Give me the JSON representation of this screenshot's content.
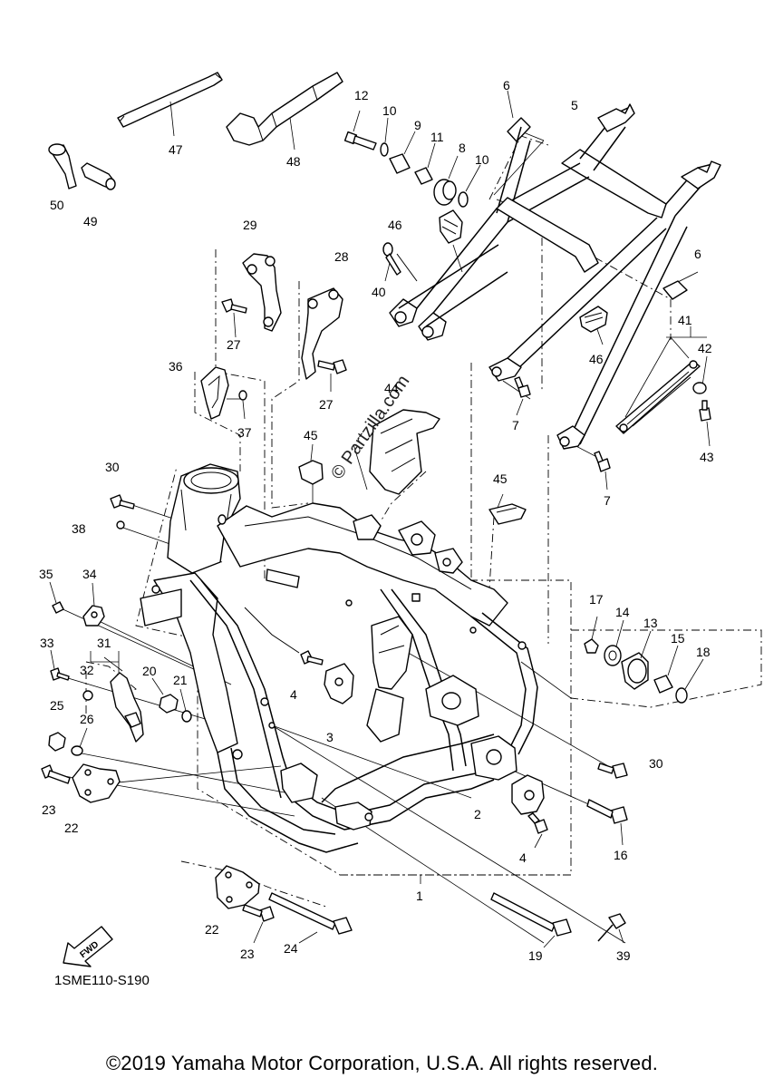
{
  "diagram": {
    "catalog_code": "1SME110-S190",
    "copyright": "©2019 Yamaha Motor Corporation, U.S.A. All rights reserved.",
    "watermark": "© Partzilla.com",
    "direction_arrow": "FWD",
    "callouts": [
      {
        "id": "c50",
        "text": "50"
      },
      {
        "id": "c49",
        "text": "49"
      },
      {
        "id": "c47",
        "text": "47"
      },
      {
        "id": "c48",
        "text": "48"
      },
      {
        "id": "c12",
        "text": "12"
      },
      {
        "id": "c10a",
        "text": "10"
      },
      {
        "id": "c9",
        "text": "9"
      },
      {
        "id": "c11",
        "text": "11"
      },
      {
        "id": "c8",
        "text": "8"
      },
      {
        "id": "c10b",
        "text": "10"
      },
      {
        "id": "c6a",
        "text": "6"
      },
      {
        "id": "c5",
        "text": "5"
      },
      {
        "id": "c46a",
        "text": "46"
      },
      {
        "id": "c40",
        "text": "40"
      },
      {
        "id": "c29",
        "text": "29"
      },
      {
        "id": "c28",
        "text": "28"
      },
      {
        "id": "c27a",
        "text": "27"
      },
      {
        "id": "c27b",
        "text": "27"
      },
      {
        "id": "c6b",
        "text": "6"
      },
      {
        "id": "c41",
        "text": "41"
      },
      {
        "id": "c42",
        "text": "42"
      },
      {
        "id": "c46b",
        "text": "46"
      },
      {
        "id": "c36",
        "text": "36"
      },
      {
        "id": "c37",
        "text": "37"
      },
      {
        "id": "c44",
        "text": "44"
      },
      {
        "id": "c45a",
        "text": "45"
      },
      {
        "id": "c7a",
        "text": "7"
      },
      {
        "id": "c43",
        "text": "43"
      },
      {
        "id": "c30a",
        "text": "30"
      },
      {
        "id": "c7b",
        "text": "7"
      },
      {
        "id": "c45b",
        "text": "45"
      },
      {
        "id": "c38",
        "text": "38"
      },
      {
        "id": "c35",
        "text": "35"
      },
      {
        "id": "c34",
        "text": "34"
      },
      {
        "id": "c17",
        "text": "17"
      },
      {
        "id": "c14",
        "text": "14"
      },
      {
        "id": "c13",
        "text": "13"
      },
      {
        "id": "c15",
        "text": "15"
      },
      {
        "id": "c18",
        "text": "18"
      },
      {
        "id": "c33",
        "text": "33"
      },
      {
        "id": "c31",
        "text": "31"
      },
      {
        "id": "c32",
        "text": "32"
      },
      {
        "id": "c20",
        "text": "20"
      },
      {
        "id": "c21",
        "text": "21"
      },
      {
        "id": "c4a",
        "text": "4"
      },
      {
        "id": "c25",
        "text": "25"
      },
      {
        "id": "c26",
        "text": "26"
      },
      {
        "id": "c3",
        "text": "3"
      },
      {
        "id": "c30b",
        "text": "30"
      },
      {
        "id": "c23a",
        "text": "23"
      },
      {
        "id": "c22a",
        "text": "22"
      },
      {
        "id": "c2",
        "text": "2"
      },
      {
        "id": "c16",
        "text": "16"
      },
      {
        "id": "c4b",
        "text": "4"
      },
      {
        "id": "c1",
        "text": "1"
      },
      {
        "id": "c22b",
        "text": "22"
      },
      {
        "id": "c24",
        "text": "24"
      },
      {
        "id": "c23b",
        "text": "23"
      },
      {
        "id": "c19",
        "text": "19"
      },
      {
        "id": "c39",
        "text": "39"
      }
    ]
  }
}
